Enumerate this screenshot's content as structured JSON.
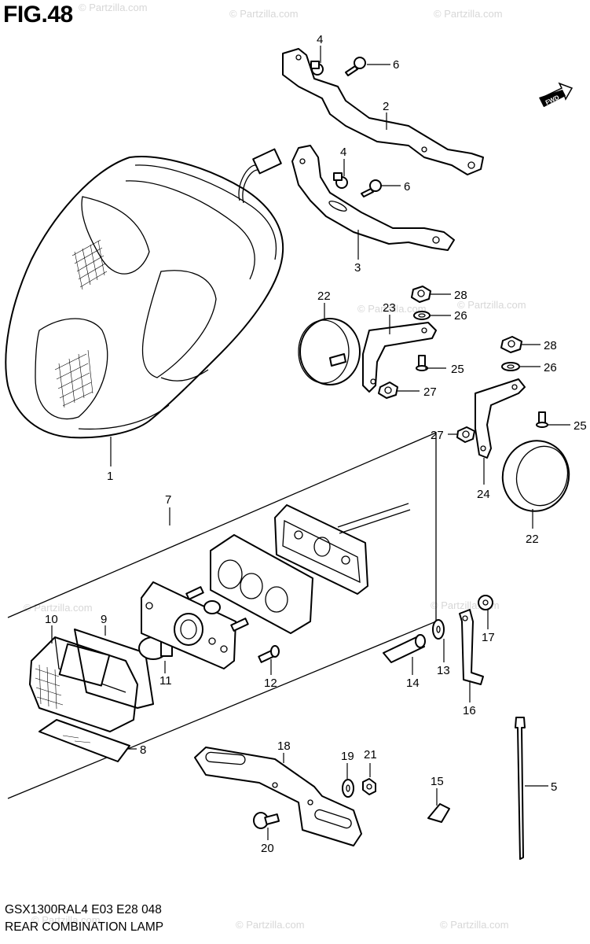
{
  "figure": {
    "title": "FIG.48"
  },
  "footer": {
    "model_line": "GSX1300RAL4  E03  E28  048",
    "caption": "REAR COMBINATION LAMP"
  },
  "watermark": "© Partzilla.com",
  "fwd_label": "FWD",
  "callouts": [
    {
      "id": "1",
      "label": "1"
    },
    {
      "id": "2",
      "label": "2"
    },
    {
      "id": "3",
      "label": "3"
    },
    {
      "id": "4a",
      "label": "4"
    },
    {
      "id": "4b",
      "label": "4"
    },
    {
      "id": "5",
      "label": "5"
    },
    {
      "id": "6a",
      "label": "6"
    },
    {
      "id": "6b",
      "label": "6"
    },
    {
      "id": "7",
      "label": "7"
    },
    {
      "id": "8",
      "label": "8"
    },
    {
      "id": "9",
      "label": "9"
    },
    {
      "id": "10",
      "label": "10"
    },
    {
      "id": "11",
      "label": "11"
    },
    {
      "id": "12",
      "label": "12"
    },
    {
      "id": "13",
      "label": "13"
    },
    {
      "id": "14",
      "label": "14"
    },
    {
      "id": "15",
      "label": "15"
    },
    {
      "id": "16",
      "label": "16"
    },
    {
      "id": "17",
      "label": "17"
    },
    {
      "id": "18",
      "label": "18"
    },
    {
      "id": "19",
      "label": "19"
    },
    {
      "id": "20",
      "label": "20"
    },
    {
      "id": "21",
      "label": "21"
    },
    {
      "id": "22a",
      "label": "22"
    },
    {
      "id": "22b",
      "label": "22"
    },
    {
      "id": "23",
      "label": "23"
    },
    {
      "id": "24",
      "label": "24"
    },
    {
      "id": "25a",
      "label": "25"
    },
    {
      "id": "25b",
      "label": "25"
    },
    {
      "id": "26a",
      "label": "26"
    },
    {
      "id": "26b",
      "label": "26"
    },
    {
      "id": "27a",
      "label": "27"
    },
    {
      "id": "27b",
      "label": "27"
    },
    {
      "id": "28a",
      "label": "28"
    },
    {
      "id": "28b",
      "label": "28"
    }
  ]
}
